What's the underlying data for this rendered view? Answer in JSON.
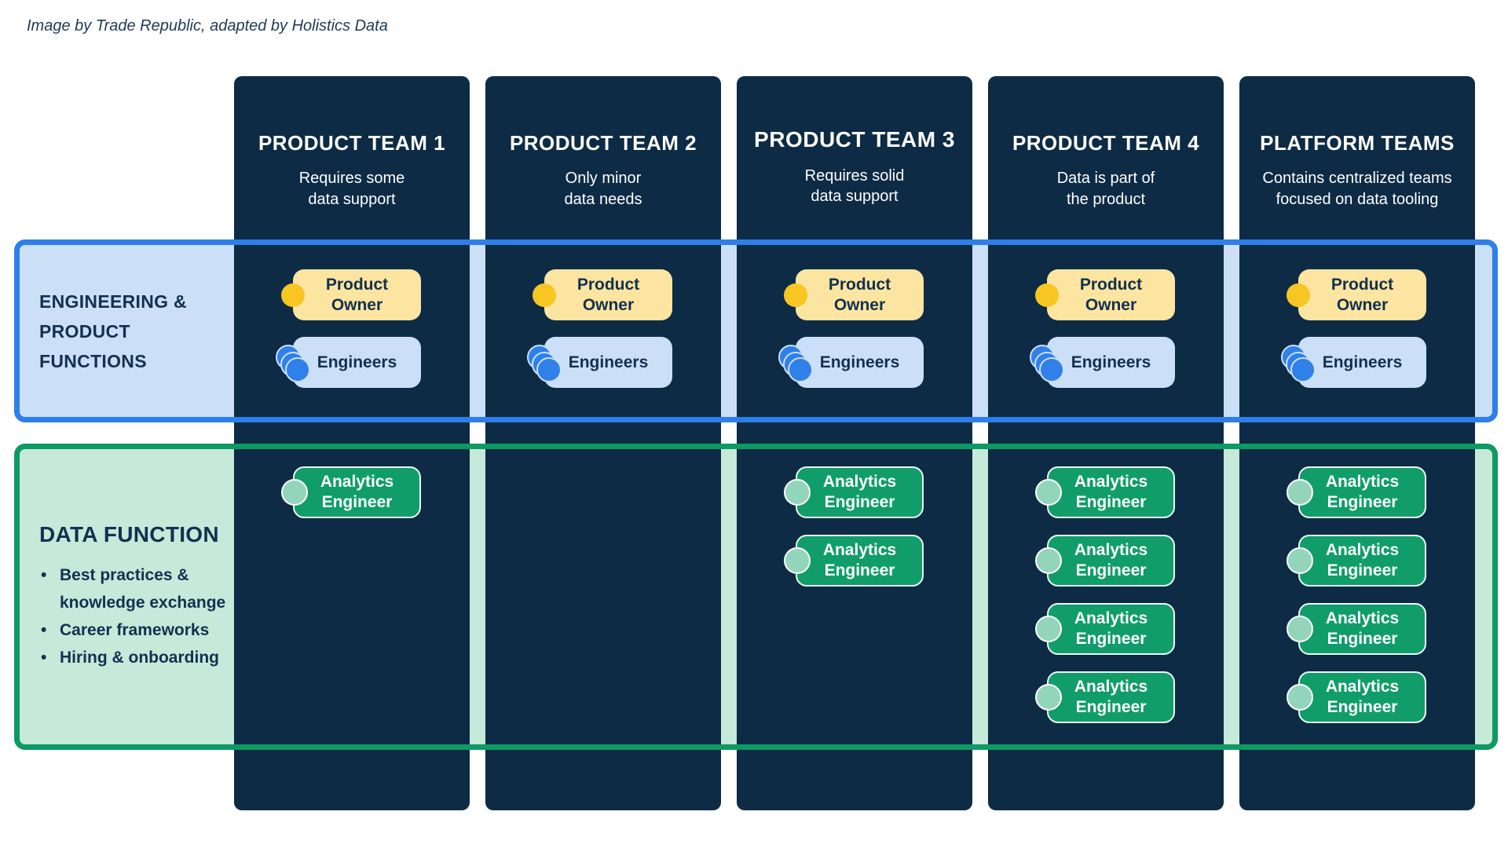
{
  "attribution": {
    "text": "Image by Trade Republic, adapted by Holistics Data"
  },
  "columns": [
    {
      "title": "PRODUCT TEAM 1",
      "subtitle": "Requires some\ndata support",
      "has_product_owner": true,
      "has_engineers": true,
      "analytics_engineers": 1
    },
    {
      "title": "PRODUCT TEAM 2",
      "subtitle": "Only minor\ndata needs",
      "has_product_owner": true,
      "has_engineers": true,
      "analytics_engineers": 0
    },
    {
      "title": "PRODUCT TEAM 3",
      "subtitle": "Requires solid\ndata support",
      "has_product_owner": true,
      "has_engineers": true,
      "analytics_engineers": 2
    },
    {
      "title": "PRODUCT TEAM 4",
      "subtitle": "Data is part of\nthe product",
      "has_product_owner": true,
      "has_engineers": true,
      "analytics_engineers": 4
    },
    {
      "title": "PLATFORM TEAMS",
      "subtitle": "Contains centralized teams\nfocused on data tooling",
      "has_product_owner": true,
      "has_engineers": true,
      "analytics_engineers": 4
    }
  ],
  "bands": {
    "engineering": {
      "label": "ENGINEERING &\nPRODUCT\nFUNCTIONS"
    },
    "data": {
      "title": "DATA FUNCTION",
      "bullets": [
        "Best practices & knowledge exchange",
        "Career frameworks",
        "Hiring & onboarding"
      ]
    }
  },
  "pills": {
    "product_owner": {
      "label": "Product\nOwner"
    },
    "engineers": {
      "label": "Engineers"
    },
    "analytics_engineer": {
      "label": "Analytics\nEngineer"
    }
  },
  "colors": {
    "column_bg": "#0d2b45",
    "navy_text": "#14304f",
    "blue_border": "#2e7fe8",
    "blue_fill": "#cbdff7",
    "blue_dot": "#2f80e9",
    "yellow_fill": "#fce5a0",
    "yellow_dot": "#f7c623",
    "green_border": "#0d9a63",
    "green_fill": "#109d69",
    "mint_fill": "#c6e9da",
    "mint_dot": "#93d5bb"
  }
}
